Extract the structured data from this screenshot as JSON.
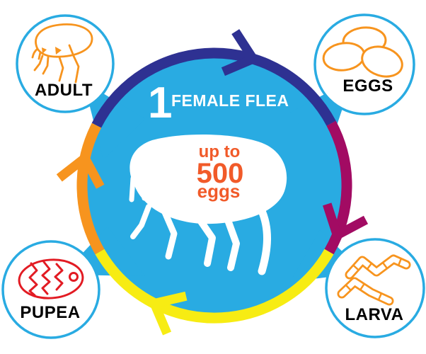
{
  "diagram": {
    "type": "life-cycle-infographic",
    "subject": "flea life cycle",
    "center": {
      "count": "1",
      "title": "FEMALE FLEA",
      "note": {
        "line1": "up to",
        "line2": "500",
        "line3": "eggs"
      }
    },
    "stages": [
      {
        "id": "adult",
        "label": "ADULT",
        "icon": "adult-flea-icon",
        "position": "top-left",
        "icon_color": "#F7941E"
      },
      {
        "id": "eggs",
        "label": "EGGS",
        "icon": "eggs-icon",
        "position": "top-right",
        "icon_color": "#F7941E"
      },
      {
        "id": "larva",
        "label": "LARVA",
        "icon": "larva-icon",
        "position": "bottom-right",
        "icon_color": "#F7941E"
      },
      {
        "id": "pupea",
        "label": "PUPEA",
        "icon": "pupa-icon",
        "position": "bottom-left",
        "icon_color": "#E21B23"
      }
    ],
    "cycle_arrows": [
      {
        "from": "adult",
        "to": "eggs",
        "color": "#2E3192"
      },
      {
        "from": "eggs",
        "to": "larva",
        "color": "#A20B63"
      },
      {
        "from": "larva",
        "to": "pupea",
        "color": "#F7EC13"
      },
      {
        "from": "pupea",
        "to": "adult",
        "color": "#F7941E"
      }
    ],
    "colors": {
      "cycle_fill": "#29ABE2",
      "bubble_border": "#29ABE2",
      "arc_navy": "#2E3192",
      "arc_magenta": "#A20B63",
      "arc_yellow": "#F7EC13",
      "arc_orange": "#F7941E",
      "note_text": "#F15A29",
      "label_text": "#000000",
      "silhouette": "#FFFFFF"
    }
  }
}
